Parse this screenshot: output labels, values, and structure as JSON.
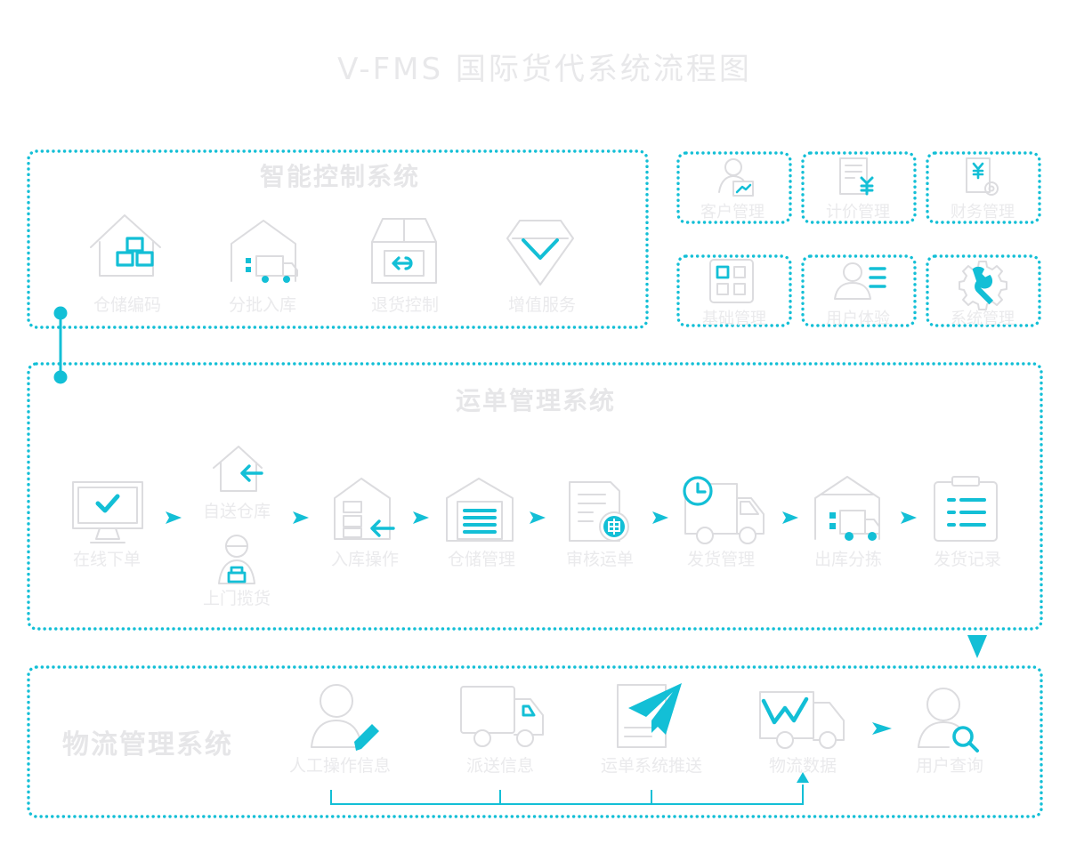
{
  "title": "V-FMS 国际货代系统流程图",
  "colors": {
    "accent": "#13bfd6",
    "ghost": "#e6e6e8",
    "ghost_stroke": "#dcdcdf"
  },
  "smart_control": {
    "title": "智能控制系统",
    "items": [
      {
        "label": "仓储编码",
        "icon": "warehouse-boxes-icon"
      },
      {
        "label": "分批入库",
        "icon": "warehouse-truck-icon"
      },
      {
        "label": "退货控制",
        "icon": "return-box-icon"
      },
      {
        "label": "增值服务",
        "icon": "gem-check-icon"
      }
    ]
  },
  "modules": [
    {
      "label": "客户管理",
      "icon": "customer-chart-icon"
    },
    {
      "label": "计价管理",
      "icon": "pricing-document-icon"
    },
    {
      "label": "财务管理",
      "icon": "finance-gear-icon"
    },
    {
      "label": "基础管理",
      "icon": "basic-grid-icon"
    },
    {
      "label": "用户体验",
      "icon": "user-list-icon"
    },
    {
      "label": "系统管理",
      "icon": "system-wrench-icon"
    }
  ],
  "waybill": {
    "title": "运单管理系统",
    "steps": [
      {
        "label": "在线下单",
        "icon": "monitor-check-icon"
      },
      {
        "label": "自送仓库",
        "icon": "house-arrow-icon"
      },
      {
        "label": "上门揽货",
        "icon": "courier-person-icon"
      },
      {
        "label": "入库操作",
        "icon": "warehouse-inbound-icon"
      },
      {
        "label": "仓储管理",
        "icon": "warehouse-shelves-icon"
      },
      {
        "label": "审核运单",
        "icon": "audit-document-icon"
      },
      {
        "label": "发货管理",
        "icon": "truck-clock-icon"
      },
      {
        "label": "出库分拣",
        "icon": "outbound-sorting-icon"
      },
      {
        "label": "发货记录",
        "icon": "clipboard-list-icon"
      }
    ]
  },
  "logistics": {
    "title": "物流管理系统",
    "items": [
      {
        "label": "人工操作信息",
        "icon": "person-pen-icon"
      },
      {
        "label": "派送信息",
        "icon": "delivery-truck-icon"
      },
      {
        "label": "运单系统推送",
        "icon": "paper-plane-document-icon"
      },
      {
        "label": "物流数据",
        "icon": "truck-chart-icon"
      },
      {
        "label": "用户查询",
        "icon": "user-search-icon"
      }
    ]
  }
}
